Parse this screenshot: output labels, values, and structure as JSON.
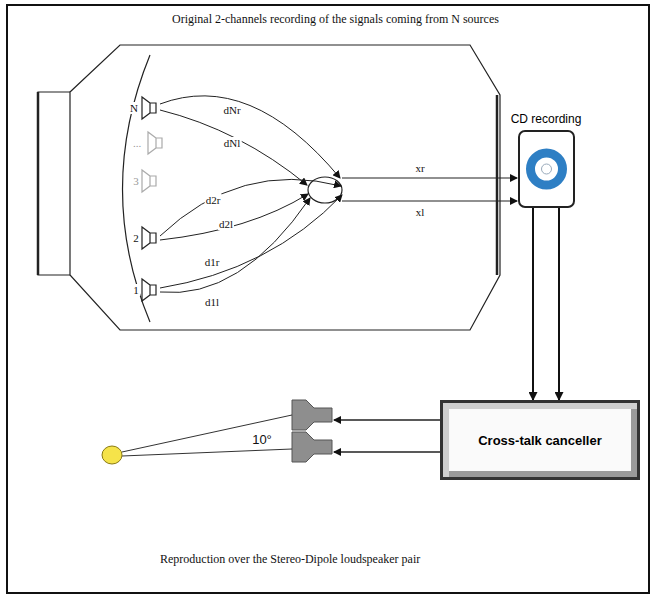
{
  "diagram": {
    "title": "Original 2-channels recording of the signals coming from N sources",
    "caption": "Reproduction over the Stereo-Dipole loudspeaker pair",
    "nodes": [
      {
        "text": [
          "CD recording"
        ]
      },
      {
        "text": [
          "Cross-talk canceller"
        ]
      }
    ],
    "edges": [
      {
        "from": 0,
        "to": 1,
        "arrow": "to"
      },
      {
        "from": 0,
        "to": 1,
        "arrow": "to"
      }
    ],
    "labels": [
      "N",
      "...",
      "3",
      "2",
      "1",
      "dNr",
      "dNl",
      "d2r",
      "d2l",
      "d1r",
      "d1l",
      "xr",
      "xl",
      "10°"
    ]
  }
}
